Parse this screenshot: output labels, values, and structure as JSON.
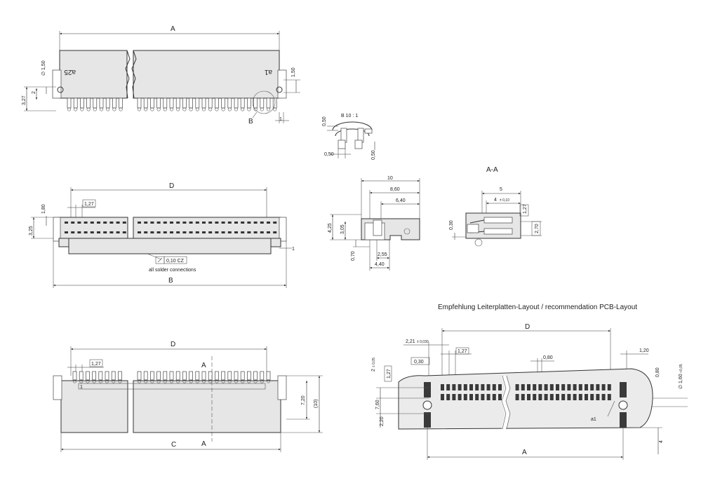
{
  "title": "Empfehlung Leiterplatten-Layout / recommendation PCB-Layout",
  "views": {
    "top": {
      "dim_A": "A",
      "d150_left": "∅ 1,50",
      "d150_right": "1,50",
      "d2": "2",
      "d327": "3,27",
      "d1": "1",
      "label_a25": "a25",
      "label_a1": "a1",
      "detail_B": "B"
    },
    "detail": {
      "title": "B 10 : 1",
      "d050_a": "0,50",
      "d050_b": "0,50",
      "d050_c": "0,50"
    },
    "front": {
      "dim_D": "D",
      "d127": "1,27",
      "d180": "1,80",
      "d325": "3,25",
      "d1": "1",
      "tolerance": "0,10 CZ",
      "note": "all solder connections",
      "dim_B": "B"
    },
    "side": {
      "d10": "10",
      "d860": "8,60",
      "d640": "6,40",
      "d425": "4,25",
      "d305": "3,05",
      "d070": "0,70",
      "d255": "2,55",
      "d440": "4,40"
    },
    "section": {
      "title": "A-A",
      "d5": "5",
      "d4": "4",
      "d4_tol": "± 0,10",
      "d127": "1,27",
      "d030": "0,30",
      "d270": "2,70"
    },
    "bottom": {
      "dim_D": "D",
      "d127": "1,27",
      "cut_A": "A",
      "d720": "7,20",
      "d10": "(10)",
      "dim_C": "C",
      "pin1": "1"
    },
    "pcb": {
      "dim_D": "D",
      "d221": "2,21",
      "d221_tol": "± 0,030",
      "d127_top": "1,27",
      "d080": "0,80",
      "d120": "1,20",
      "d2": "2",
      "d2_tol": "± 0,05",
      "d030": "0,30",
      "d127_side": "1,27",
      "d080_side": "0,80",
      "d160": "∅ 1,60",
      "d160_tol": "+0,05",
      "d760": "7,60",
      "d220": "2,20",
      "d4": "4",
      "label_a1": "a1",
      "dim_A": "A"
    }
  }
}
